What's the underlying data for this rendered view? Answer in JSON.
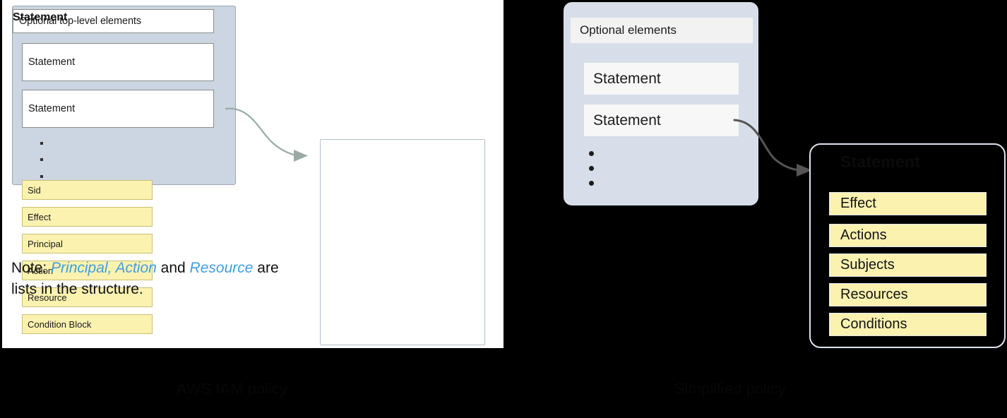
{
  "left_diagram": {
    "group": {
      "title": "Optional top-level elements",
      "statements": [
        "Statement",
        "Statement"
      ],
      "ellipsis_dots": 3
    },
    "detail_card": {
      "title": "Statement",
      "fields": [
        "Sid",
        "Effect",
        "Principal",
        "Action",
        "Resource",
        "Condition Block"
      ]
    },
    "note": {
      "prefix": "Note: ",
      "highlight_1": "Principal, Action",
      "middle": " and ",
      "highlight_2": "Resource",
      "suffix": " are lists in the structure."
    },
    "arrow": "curved-arrow-right"
  },
  "right_diagram": {
    "group": {
      "title": "Optional elements",
      "statements": [
        "Statement",
        "Statement"
      ],
      "ellipsis_dots": 3
    },
    "detail_card": {
      "title": "Statement",
      "fields": [
        "Effect",
        "Actions",
        "Subjects",
        "Resources",
        "Conditions"
      ]
    },
    "arrow": "curved-arrow-right"
  },
  "captions": {
    "left": "AWS IAM policy",
    "right": "Simplified policy"
  },
  "colors": {
    "panel_fill_left": "#ccd5e2",
    "panel_fill_right": "#d7dee9",
    "field_yellow": "#fbf2b0",
    "field_yellow_border_left": "#c9c073",
    "field_border_right": "#dfe6ef",
    "note_highlight": "#3f9fe0",
    "arrow_left": "#9aaba6",
    "arrow_right": "#555555",
    "canvas_left": "#ffffff",
    "canvas_right": "#000000"
  }
}
